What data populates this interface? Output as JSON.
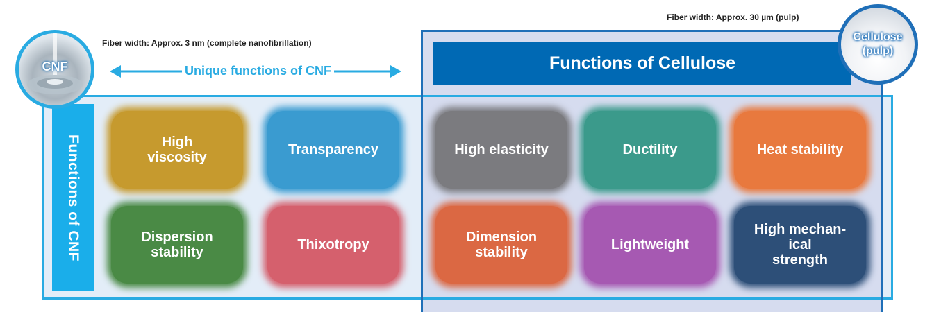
{
  "cnf": {
    "circle_label": "CNF",
    "fiber_note": "Fiber width: Approx. 3 nm (complete nanofibrillation)",
    "unique_label": "Unique functions of CNF",
    "vertical_label": "Functions of CNF"
  },
  "cellulose": {
    "circle_label_line1": "Cellulose",
    "circle_label_line2": "(pulp)",
    "fiber_note": "Fiber width: Approx. 30 µm (pulp)",
    "header": "Functions of Cellulose"
  },
  "functions": [
    {
      "label_line1": "High",
      "label_line2": "viscosity",
      "label_line3": "",
      "color": "#c69a2e"
    },
    {
      "label_line1": "Transparency",
      "label_line2": "",
      "label_line3": "",
      "color": "#3a9bd0"
    },
    {
      "label_line1": "High elasticity",
      "label_line2": "",
      "label_line3": "",
      "color": "#7b7b7f"
    },
    {
      "label_line1": "Ductility",
      "label_line2": "",
      "label_line3": "",
      "color": "#3b9a8b"
    },
    {
      "label_line1": "Heat stability",
      "label_line2": "",
      "label_line3": "",
      "color": "#e8793e"
    },
    {
      "label_line1": "Dispersion",
      "label_line2": "stability",
      "label_line3": "",
      "color": "#4a8a45"
    },
    {
      "label_line1": "Thixotropy",
      "label_line2": "",
      "label_line3": "",
      "color": "#d5606d"
    },
    {
      "label_line1": "Dimension",
      "label_line2": "stability",
      "label_line3": "",
      "color": "#db6843"
    },
    {
      "label_line1": "Lightweight",
      "label_line2": "",
      "label_line3": "",
      "color": "#a659b2"
    },
    {
      "label_line1": "High mechan-",
      "label_line2": "ical",
      "label_line3": "strength",
      "color": "#2d4f78"
    }
  ],
  "colors": {
    "cnf_accent": "#29abe2",
    "cellulose_accent": "#0069b4",
    "cnf_bg": "#e3edf8",
    "cellulose_bg": "#d6dcef"
  }
}
